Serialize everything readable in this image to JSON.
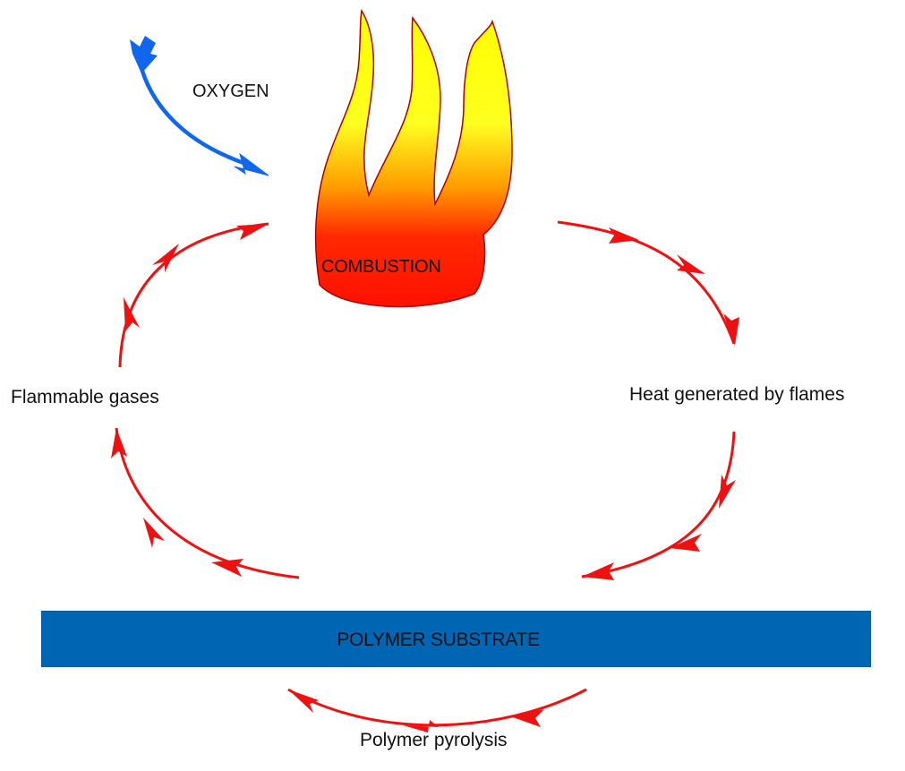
{
  "labels": {
    "oxygen": "OXYGEN",
    "combustion": "COMBUSTION",
    "flammable_gases": "Flammable gases",
    "heat": "Heat generated by flames",
    "substrate": "POLYMER SUBSTRATE",
    "pyrolysis": "Polymer pyrolysis"
  },
  "colors": {
    "cycle_arrows": "#ee1111",
    "oxygen_arrow": "#1166ee",
    "substrate": "#0066b3",
    "flame_top": "#ffff00",
    "flame_bottom": "#ff1a00",
    "flame_outline": "#aa0000"
  }
}
